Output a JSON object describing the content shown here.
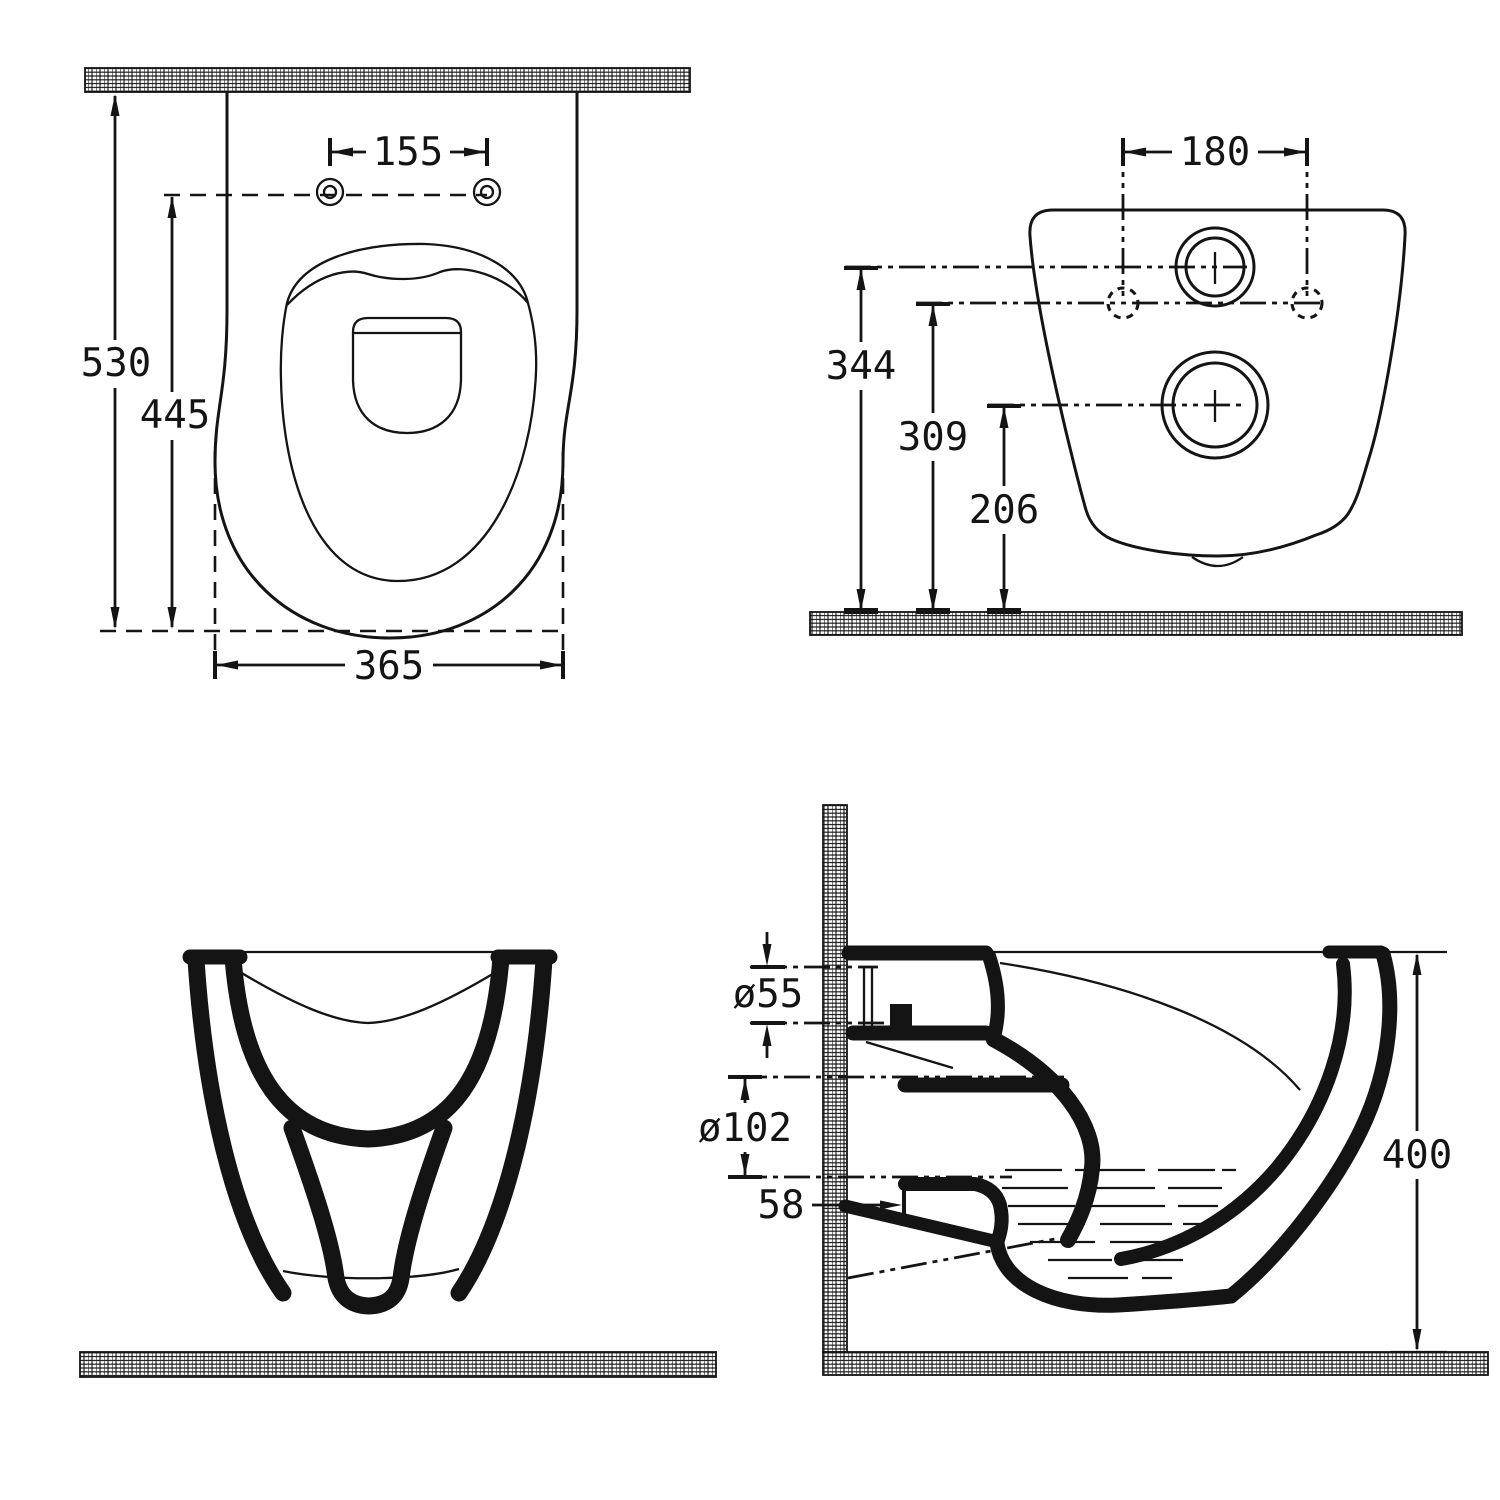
{
  "drawing": {
    "views": {
      "top": {
        "dims": {
          "hole_spacing": "155",
          "length_overall": "530",
          "holes_to_front": "445",
          "width": "365"
        }
      },
      "rear": {
        "dims": {
          "hole_spacing": "180",
          "inlet_center_height": "344",
          "hole_center_height": "309",
          "outlet_center_height": "206"
        }
      },
      "section": {
        "dims": {
          "inlet_diameter": "ø55",
          "outlet_diameter": "ø102",
          "outlet_wall_offset": "58",
          "rim_height": "400"
        }
      }
    }
  }
}
